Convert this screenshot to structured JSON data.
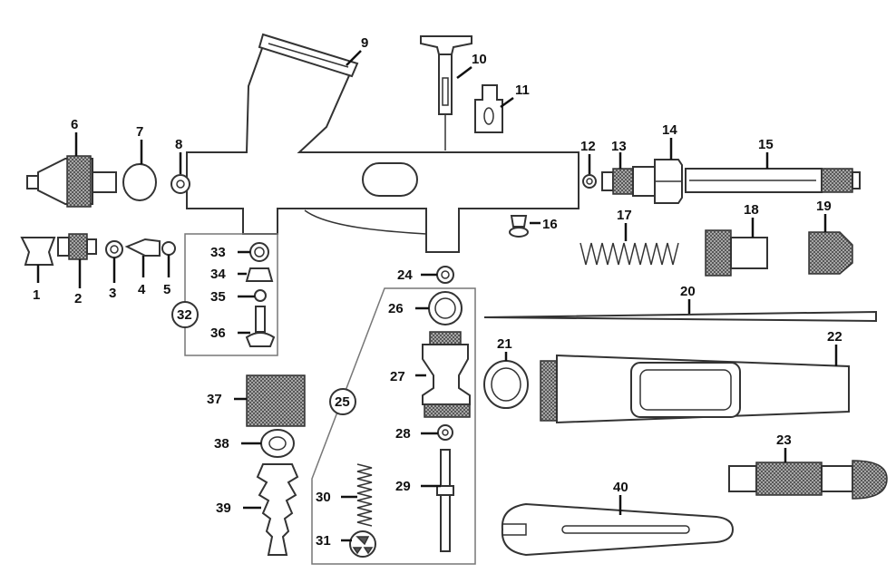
{
  "diagram": {
    "type": "exploded-parts-diagram",
    "labels": [
      "1",
      "2",
      "3",
      "4",
      "5",
      "6",
      "7",
      "8",
      "9",
      "10",
      "11",
      "12",
      "13",
      "14",
      "15",
      "16",
      "17",
      "18",
      "19",
      "20",
      "21",
      "22",
      "23",
      "24",
      "25",
      "26",
      "27",
      "28",
      "29",
      "30",
      "31",
      "32",
      "33",
      "34",
      "35",
      "36",
      "37",
      "38",
      "39",
      "40"
    ],
    "groups": [
      {
        "label": "25",
        "contains": [
          "26",
          "27",
          "28",
          "29",
          "30",
          "31"
        ]
      },
      {
        "label": "32",
        "contains": [
          "33",
          "34",
          "35",
          "36"
        ]
      }
    ]
  },
  "colors": {
    "line": "#333333",
    "label": "#111111",
    "background": "#ffffff"
  }
}
